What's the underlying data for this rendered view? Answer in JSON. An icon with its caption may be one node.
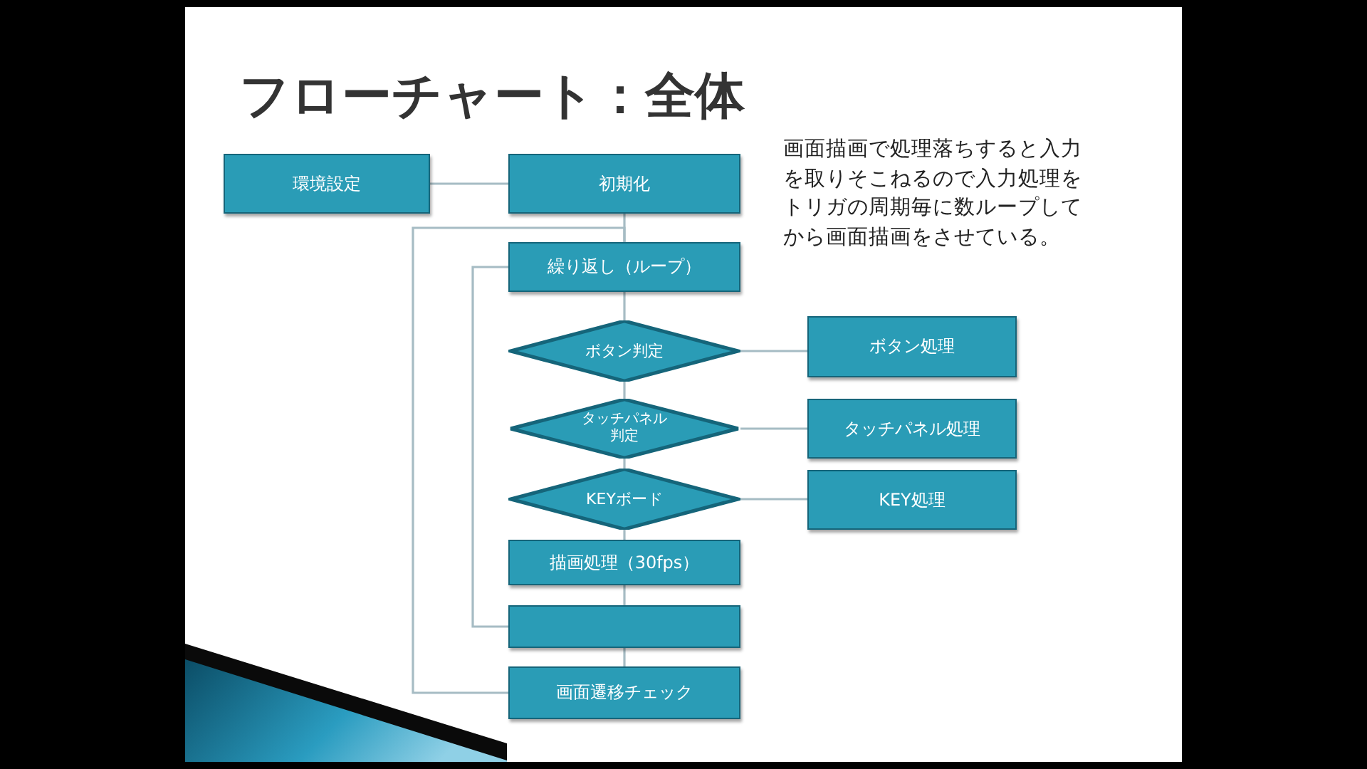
{
  "diagram": {
    "title": "フローチャート：全体",
    "nodes": [
      {
        "text": [
          "環境設定"
        ]
      },
      {
        "text": [
          "初期化"
        ]
      },
      {
        "text": [
          "繰り返し（ループ）"
        ]
      },
      {
        "text": [
          "ボタン判定"
        ]
      },
      {
        "text": [
          "ボタン処理"
        ]
      },
      {
        "text": [
          "タッチパネル判定"
        ]
      },
      {
        "text": [
          "タッチパネル処理"
        ]
      },
      {
        "text": [
          "KEYボード"
        ]
      },
      {
        "text": [
          "KEY処理"
        ]
      },
      {
        "text": [
          "描画処理（30fps）"
        ]
      },
      {
        "text": [],
        "shape": "box"
      },
      {
        "text": [
          "画面遷移チェック"
        ]
      }
    ],
    "edges": [
      {
        "from": 0,
        "to": 1,
        "arrow": "none"
      },
      {
        "from": 1,
        "to": 2,
        "arrow": "none"
      },
      {
        "from": 2,
        "to": 3,
        "arrow": "none"
      },
      {
        "from": 3,
        "to": 4,
        "arrow": "none"
      },
      {
        "from": 3,
        "to": 5,
        "arrow": "none"
      },
      {
        "from": 5,
        "to": 6,
        "arrow": "none"
      },
      {
        "from": 5,
        "to": 7,
        "arrow": "none"
      },
      {
        "from": 7,
        "to": 8,
        "arrow": "none"
      },
      {
        "from": 7,
        "to": 9,
        "arrow": "none"
      },
      {
        "from": 9,
        "to": 10,
        "arrow": "none"
      },
      {
        "from": 10,
        "to": 11,
        "arrow": "none"
      },
      {
        "from": 10,
        "to": 2,
        "arrow": "none"
      },
      {
        "from": 11,
        "to": 2,
        "arrow": "none"
      }
    ],
    "labels": [
      "画面描画で処理落ちすると入力を取りそこねるので入力処理をトリガの周期毎に数ループしてから画面描画をさせている。"
    ]
  }
}
